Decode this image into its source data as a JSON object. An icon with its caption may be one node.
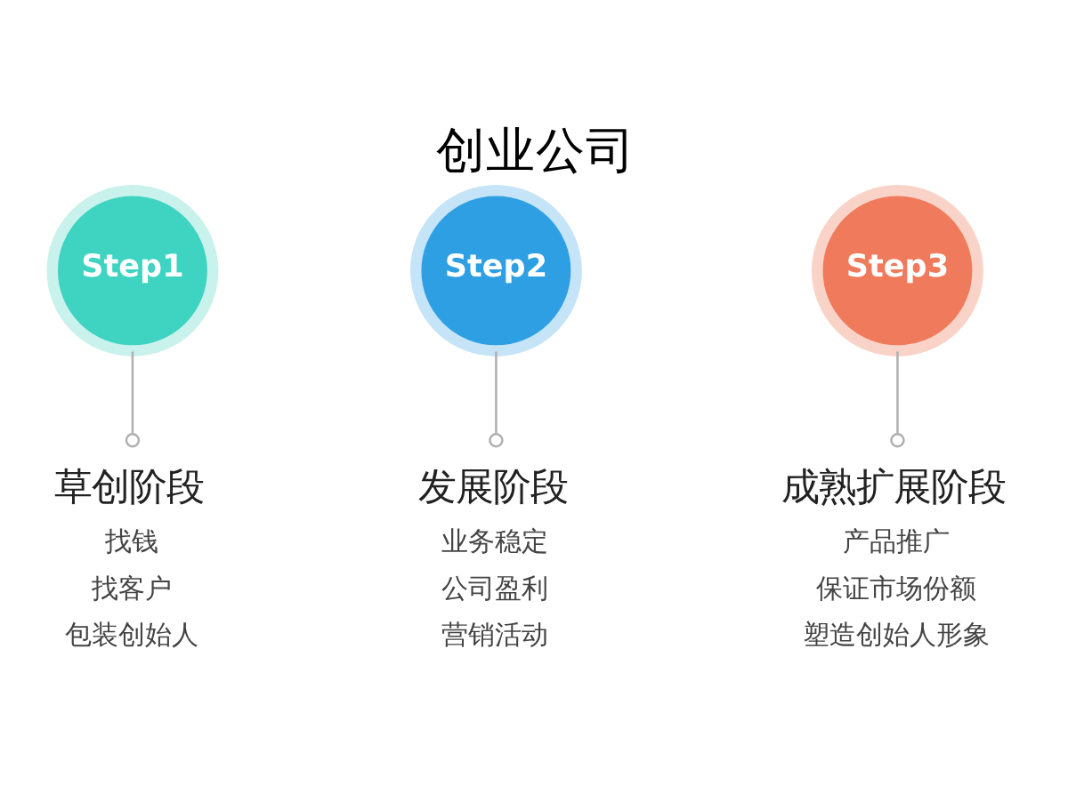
{
  "diagram": {
    "title": "创业公司",
    "nodes": [
      {
        "text": [
          "Step1"
        ]
      },
      {
        "text": [
          "Step2"
        ]
      },
      {
        "text": [
          "Step3"
        ]
      },
      {
        "text": [
          "草创阶段"
        ],
        "beside": [
          "找钱",
          "找客户",
          "包装创始人"
        ]
      },
      {
        "text": [
          "发展阶段"
        ],
        "beside": [
          "业务稳定",
          "公司盈利",
          "营销活动"
        ]
      },
      {
        "text": [
          "成熟扩展阶段"
        ],
        "beside": [
          "产品推广",
          "保证市场份额",
          "塑造创始人形象"
        ]
      }
    ],
    "edges": [
      {
        "from": 0,
        "to": 3,
        "arrow": "other"
      },
      {
        "from": 1,
        "to": 4,
        "arrow": "other"
      },
      {
        "from": 2,
        "to": 5,
        "arrow": "other"
      }
    ]
  }
}
